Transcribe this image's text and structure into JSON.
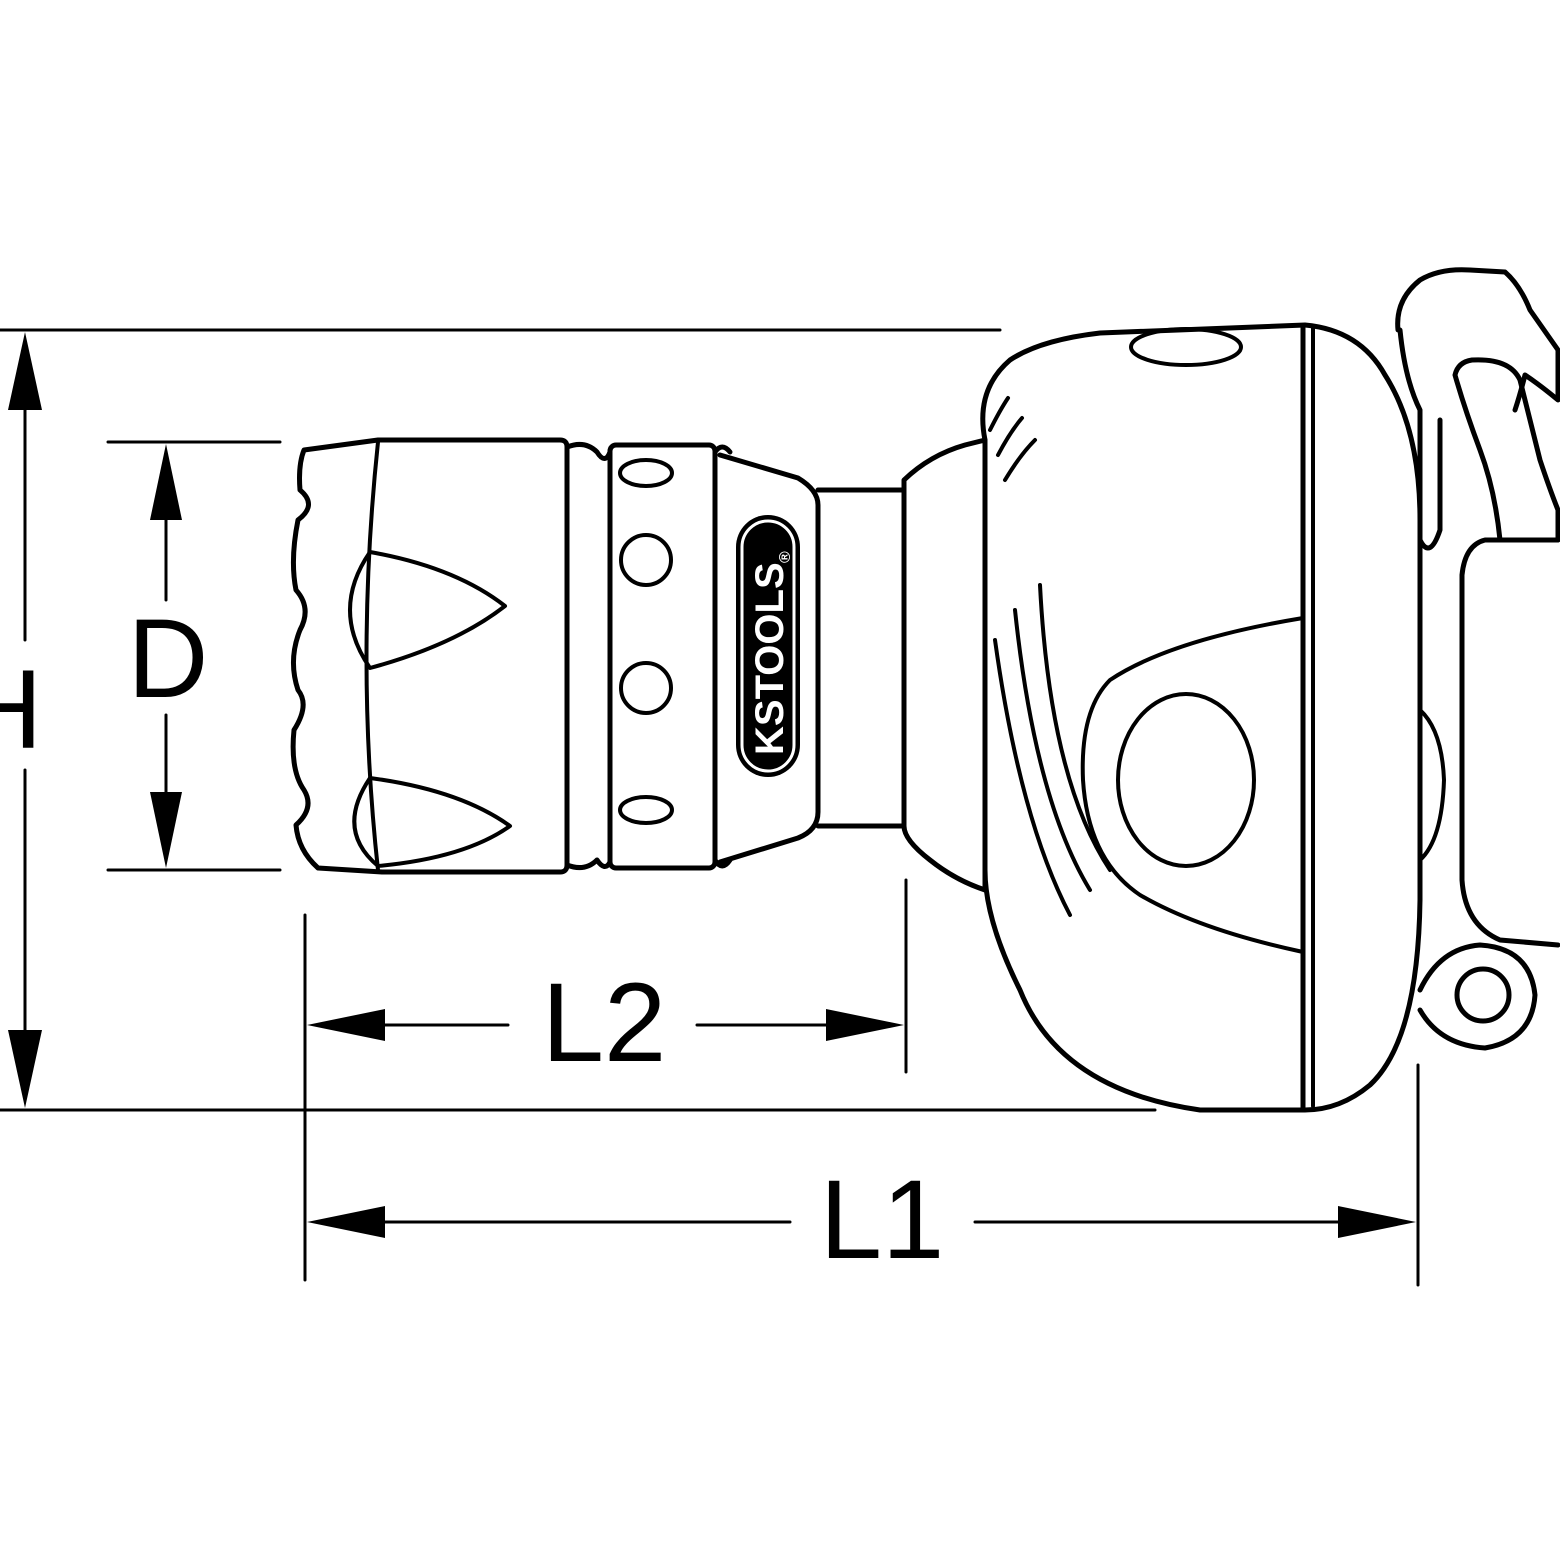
{
  "dimensions": {
    "H": "H",
    "D": "D",
    "L1": "L1",
    "L2": "L2"
  },
  "logo": {
    "brand_part1": "KS",
    "brand_part2": "TOOLS",
    "registered": "®"
  },
  "colors": {
    "line": "#000000",
    "background": "#ffffff"
  }
}
